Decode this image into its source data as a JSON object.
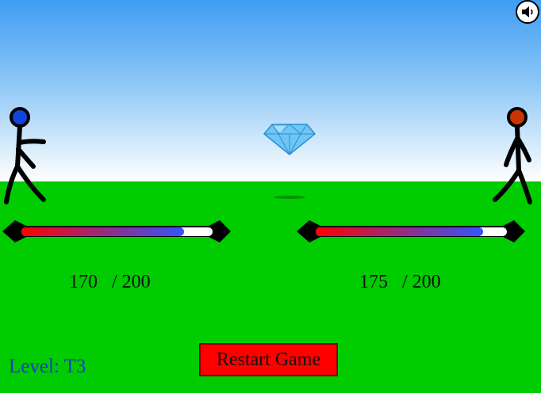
{
  "game": {
    "level_text": "Level: T3",
    "restart_label": "Restart Game"
  },
  "players": [
    {
      "id": "left",
      "head_color": "#1144dd",
      "hp_current": "170",
      "hp_separator": "/",
      "hp_max": "200",
      "hp_fraction": 0.85
    },
    {
      "id": "right",
      "head_color": "#cc3300",
      "hp_current": "175",
      "hp_separator": "/",
      "hp_max": "200",
      "hp_fraction": 0.875
    }
  ],
  "pickup": {
    "item": "diamond-icon"
  },
  "colors": {
    "ground": "#00cc00",
    "sky_top": "#3f9df2",
    "restart_bg": "#ff0000",
    "level_text": "#2233cc",
    "health_red": "#ff0000",
    "health_blue": "#3355ff"
  },
  "icons": {
    "sound": "speaker-icon"
  }
}
